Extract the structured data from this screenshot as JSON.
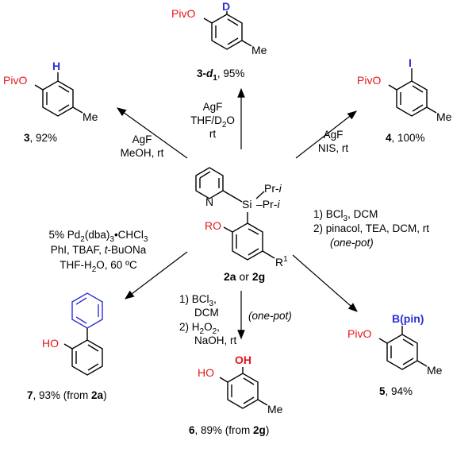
{
  "center": {
    "ring_label": "N",
    "si_label": "Si",
    "pr1": "Pr-",
    "pr1_i": "i",
    "pr2": "–Pr-",
    "pr2_i": "i",
    "ro_label": "RO",
    "r1_label": "R",
    "r1_sup": "1",
    "compound_a": "2a",
    "or_word": " or ",
    "compound_g": "2g"
  },
  "conditions": {
    "to3": [
      "AgF",
      "MeOH, rt"
    ],
    "to3d": [
      "AgF",
      "THF/D",
      "2",
      "O",
      "rt"
    ],
    "to4": [
      "AgF",
      "NIS, rt"
    ],
    "to5_1": "1) BCl",
    "to5_1_sub": "3",
    "to5_1_rest": ", DCM",
    "to5_2": "2) pinacol, TEA, DCM, rt",
    "to5_3": "(one-pot)",
    "to6_1": "1) BCl",
    "to6_1_sub": "3",
    "to6_1_rest": ",",
    "to6_2": "DCM",
    "to6_3": "2) H",
    "to6_3_sub": "2",
    "to6_3_mid": "O",
    "to6_3_sub2": "2",
    "to6_3_rest": ",",
    "to6_4": "NaOH, rt",
    "to6_5": "(one-pot)",
    "to7_1a": "5% Pd",
    "to7_1s1": "2",
    "to7_1b": "(dba)",
    "to7_1s2": "3",
    "to7_1c": "•CHCl",
    "to7_1s3": "3",
    "to7_2": "PhI, TBAF, ",
    "to7_2i": "t",
    "to7_2b": "-BuONa",
    "to7_3": "THF-H",
    "to7_3s": "2",
    "to7_3b": "O, 60 ºC"
  },
  "products": {
    "p3": {
      "atom_h": "H",
      "piv": "PivO",
      "me": "Me",
      "num": "3",
      "yield": ", 92%"
    },
    "p3d": {
      "atom_d": "D",
      "piv": "PivO",
      "me": "Me",
      "num": "3-",
      "num_d": "d",
      "num_sub": "1",
      "yield": ", 95%"
    },
    "p4": {
      "atom_i": "I",
      "piv": "PivO",
      "me": "Me",
      "num": "4",
      "yield": ", 100%"
    },
    "p5": {
      "atom_b": "B(pin)",
      "piv": "PivO",
      "me": "Me",
      "num": "5",
      "yield": ", 94%"
    },
    "p6": {
      "atom_oh": "OH",
      "ho": "HO",
      "me": "Me",
      "num": "6",
      "yield": ", 89% (from ",
      "src": "2g",
      "close": ")"
    },
    "p7": {
      "ho": "HO",
      "num": "7",
      "yield": ", 93% (from ",
      "src": "2a",
      "close": ")"
    }
  },
  "colors": {
    "oxygen_red": "#e3171b",
    "highlight_blue": "#2a2fd6"
  }
}
